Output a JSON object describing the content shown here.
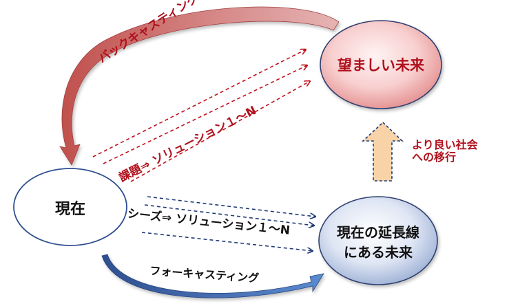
{
  "nodes": {
    "desired_future": "望ましい未来",
    "present": "現在",
    "extended_future_line1": "現在の延長線",
    "extended_future_line2": "にある未来"
  },
  "labels": {
    "backcasting": "バックキャスティング",
    "forecasting": "フォーキャスティング",
    "issues_solution": "課題⇒ ソリューション１～N",
    "seeds_solution": "シーズ⇒ ソリューション１～N",
    "transition_line1": "より良い社会",
    "transition_line2": "への移行"
  },
  "colors": {
    "red_text": "#b0101c",
    "dark_text": "#111111",
    "navy_arrow": "#1f3a78",
    "red_node_center": "#fbdada",
    "red_node_edge": "#e58c8c",
    "blue_node_center": "#e8eef8",
    "blue_node_edge": "#9cb0d4",
    "up_arrow_fill": "#f9d3a8"
  }
}
